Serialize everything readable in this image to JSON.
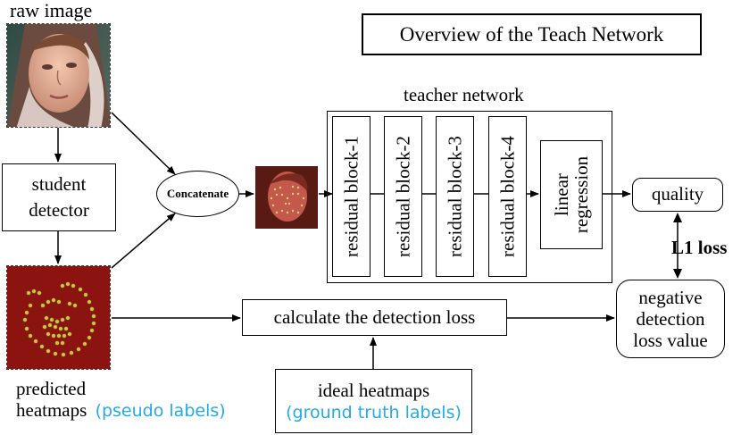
{
  "title": "Overview of the Teach Network",
  "raw_image_label": "raw image",
  "student_detector": {
    "line1": "student",
    "line2": "detector"
  },
  "concatenate_label": "Concatenate",
  "teacher_network": {
    "label": "teacher network",
    "blocks": [
      "residual block-1",
      "residual block-2",
      "residual block-3",
      "residual block-4"
    ],
    "regression": {
      "line1": "linear",
      "line2": "regression"
    }
  },
  "quality_label": "quality",
  "loss_label": "L1 loss",
  "negative_loss": {
    "line1": "negative",
    "line2": "detection",
    "line3": "loss value"
  },
  "calc_loss_label": "calculate the detection loss",
  "predicted": {
    "line1": "predicted",
    "line2": "heatmaps",
    "pseudo": "(pseudo labels)"
  },
  "ideal": {
    "line1": "ideal heatmaps",
    "line2": "(ground truth labels)"
  },
  "colors": {
    "accent_blue": "#27a9e1",
    "heatmap_bg": "#8b1410",
    "heatmap_dots": "#d9c04a"
  }
}
